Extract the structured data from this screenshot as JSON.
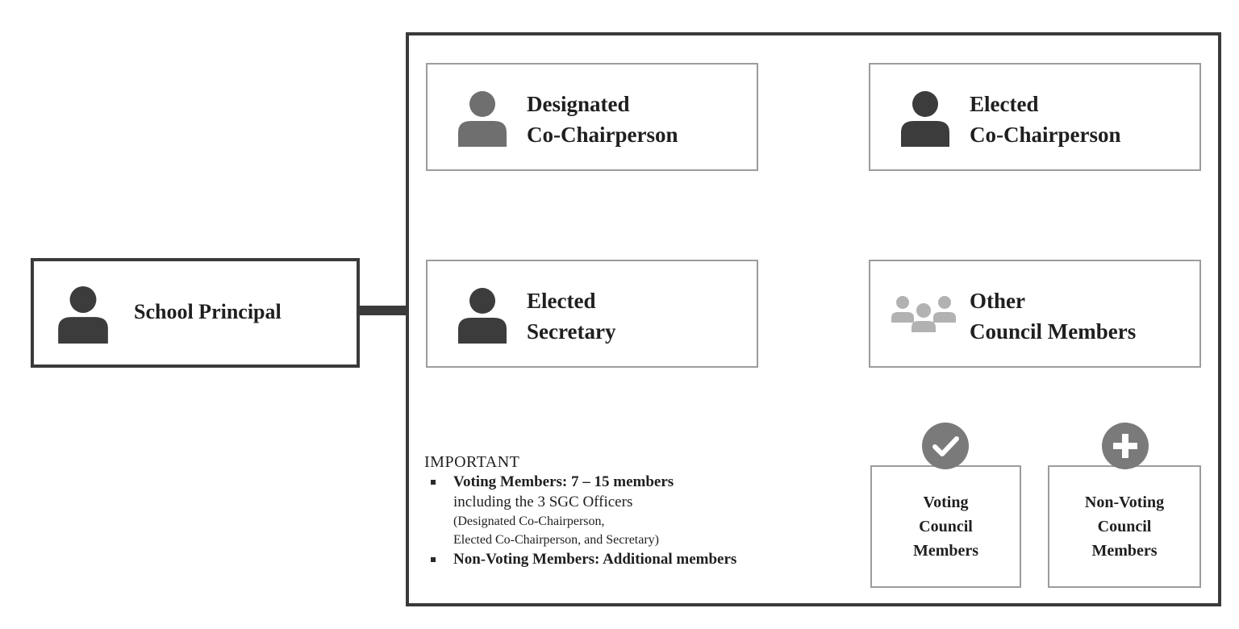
{
  "principal": {
    "label": "School Principal"
  },
  "officers": {
    "designated": {
      "line1": "Designated",
      "line2": "Co-Chairperson"
    },
    "elected_co_chair": {
      "line1": "Elected",
      "line2": "Co-Chairperson"
    },
    "secretary": {
      "line1": "Elected",
      "line2": "Secretary"
    }
  },
  "other_members": {
    "line1": "Other",
    "line2": "Council Members"
  },
  "voting": {
    "line1": "Voting",
    "line2": "Council",
    "line3": "Members"
  },
  "non_voting": {
    "line1": "Non-Voting",
    "line2": "Council",
    "line3": "Members"
  },
  "important": {
    "title": "IMPORTANT",
    "voting_bold": "Voting Members: 7 – 15 members",
    "voting_text": "including the 3 SGC Officers",
    "voting_small1": "(Designated Co-Chairperson,",
    "voting_small2": "Elected Co-Chairperson, and Secretary)",
    "nonvoting_bold": "Non-Voting Members: Additional members"
  },
  "colors": {
    "connector": "#a9a9a9",
    "frame": "#3a3a3a",
    "person_dark": "#3c3c3c",
    "person_medium": "#6f6f6f",
    "group_icon": "#b2b2b2",
    "badge": "#7a7a7a"
  },
  "icons": {
    "principal": "person-icon",
    "designated": "person-icon",
    "elected_co_chair": "person-icon",
    "secretary": "person-icon",
    "other_members": "group-icon",
    "voting": "check-circle-icon",
    "non_voting": "plus-circle-icon"
  }
}
